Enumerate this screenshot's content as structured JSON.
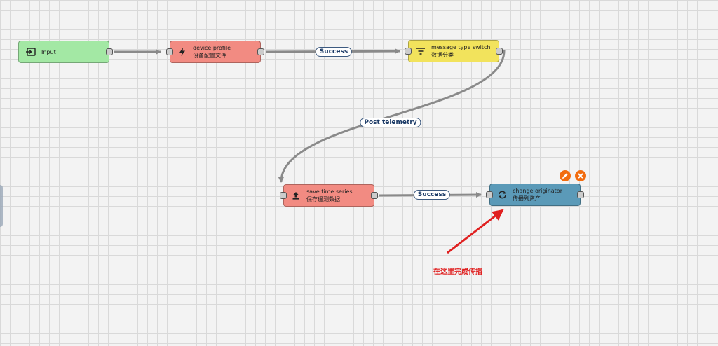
{
  "nodes": {
    "input": {
      "name": "Input"
    },
    "device": {
      "name": "device profile",
      "desc": "设备配置文件"
    },
    "msgtype": {
      "name": "message type switch",
      "desc": "数据分类"
    },
    "save": {
      "name": "save time series",
      "desc": "保存遥测数据"
    },
    "change": {
      "name": "change originator",
      "desc": "传播到资产"
    }
  },
  "links": {
    "device_msgtype": "Success",
    "msgtype_save": "Post telemetry",
    "save_change": "Success"
  },
  "annotation": {
    "text": "在这里完成传播"
  },
  "colors": {
    "input": "#a3e8a4",
    "device": "#f28b82",
    "msgtype": "#f2e35c",
    "save": "#f28b82",
    "change": "#5b9ab8",
    "wire": "#8a8a8a",
    "accent": "#f26c0f",
    "annotation": "#e02020"
  },
  "icons": {
    "input": "input-icon",
    "device": "bolt-icon",
    "msgtype": "filter-icon",
    "save": "upload-icon",
    "change": "swap-icon",
    "edit": "pencil-icon",
    "delete": "close-icon"
  }
}
